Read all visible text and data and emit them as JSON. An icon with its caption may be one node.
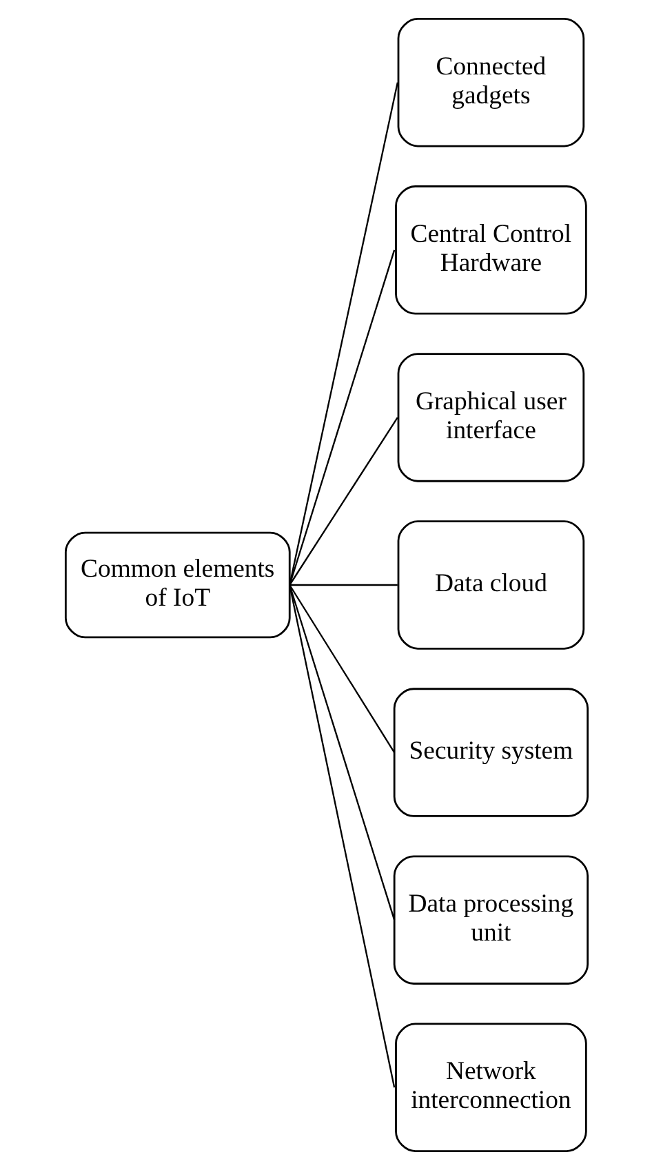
{
  "diagram": {
    "nodes": [
      {
        "text": [
          "Common elements of IoT"
        ]
      },
      {
        "text": [
          "Connected gadgets"
        ]
      },
      {
        "text": [
          "Central Control Hardware"
        ]
      },
      {
        "text": [
          "Graphical user interface"
        ]
      },
      {
        "text": [
          "Data cloud"
        ]
      },
      {
        "text": [
          "Security system"
        ]
      },
      {
        "text": [
          "Data processing unit"
        ]
      },
      {
        "text": [
          "Network interconnection"
        ]
      }
    ],
    "edges": [
      {
        "from": 0,
        "to": 1,
        "arrow": "none"
      },
      {
        "from": 0,
        "to": 2,
        "arrow": "none"
      },
      {
        "from": 0,
        "to": 3,
        "arrow": "none"
      },
      {
        "from": 0,
        "to": 4,
        "arrow": "none"
      },
      {
        "from": 0,
        "to": 5,
        "arrow": "none"
      },
      {
        "from": 0,
        "to": 6,
        "arrow": "none"
      },
      {
        "from": 0,
        "to": 7,
        "arrow": "none"
      }
    ]
  }
}
